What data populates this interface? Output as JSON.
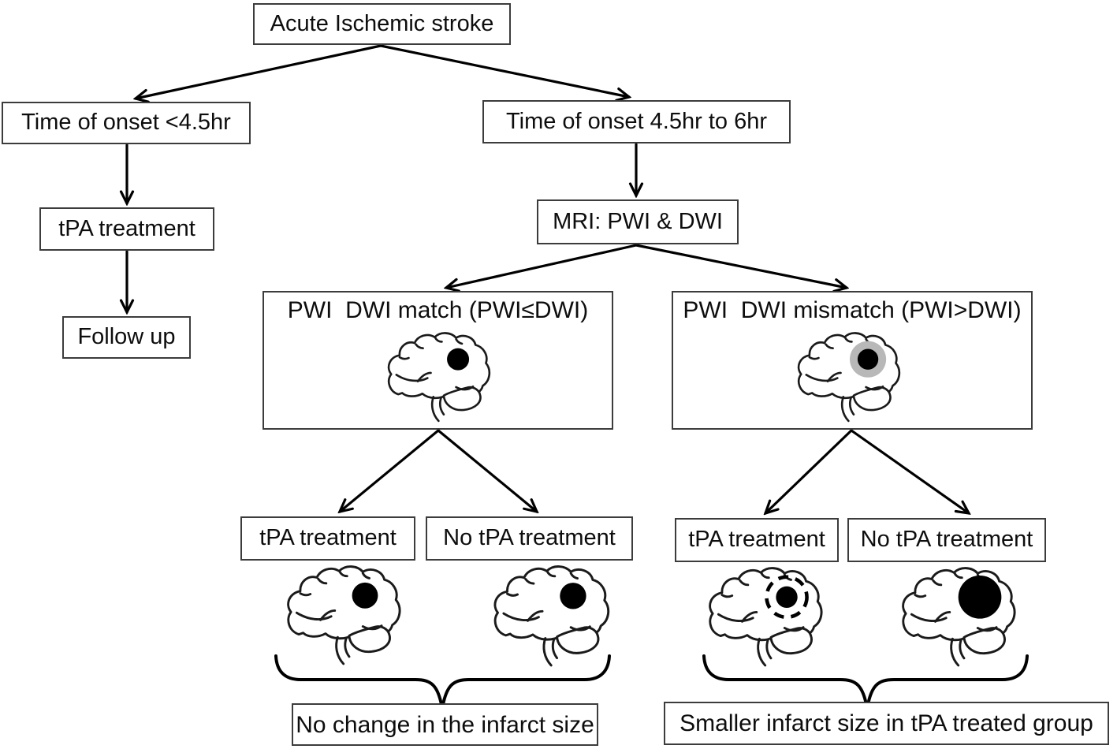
{
  "figure": {
    "type": "clinical-decision-flowchart",
    "topic": "Acute ischemic stroke tPA treatment decision by MRI PWI/DWI"
  },
  "nodes": {
    "root": "Acute Ischemic stroke",
    "onset_early": "Time of onset <4.5hr",
    "onset_late": "Time of onset 4.5hr to 6hr",
    "tpa_early": "tPA treatment",
    "follow_up": "Follow up",
    "mri": "MRI: PWI & DWI",
    "match": "PWI  DWI match (PWI≤DWI)",
    "mismatch": "PWI  DWI mismatch (PWI>DWI)",
    "match_tpa": "tPA treatment",
    "match_no_tpa": "No tPA treatment",
    "mismatch_tpa": "tPA treatment",
    "mismatch_no_tpa": "No tPA treatment",
    "outcome_match": "No change in the infarct size",
    "outcome_mismatch": "Smaller infarct size in tPA treated group"
  },
  "icons": {
    "brain": "brain-lateral-view-icon",
    "brain_markers": {
      "match": "infarct-dot",
      "mismatch": "infarct-dot-with-gray-penumbra-ring",
      "match_tpa": "infarct-dot-unchanged",
      "match_no_tpa": "infarct-dot-unchanged",
      "mismatch_tpa": "smaller-infarct-dot-with-dashed-previous-outline",
      "mismatch_no_tpa": "enlarged-infarct-dot"
    }
  },
  "colors": {
    "background": "#ffffff",
    "line": "#000000",
    "box_border": "#3c3c3c",
    "text": "#0d0d0d",
    "infarct": "#000000",
    "penumbra_gray": "#b8b8b8"
  }
}
